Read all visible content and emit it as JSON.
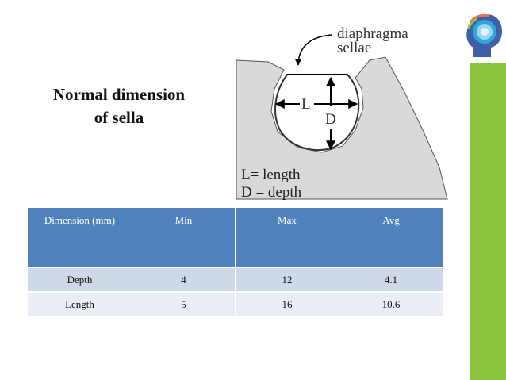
{
  "slide": {
    "title_line1": "Normal dimension",
    "title_line2": "of sella"
  },
  "figure": {
    "label_diaphragma": "diaphragma",
    "label_sellae": "sellae",
    "label_L": "L",
    "label_D": "D",
    "legend_length": "L= length",
    "legend_depth": "D = depth"
  },
  "table": {
    "headers": [
      "Dimension (mm)",
      "Min",
      "Max",
      "Avg"
    ],
    "rows": [
      [
        "Depth",
        "4",
        "12",
        "4.1"
      ],
      [
        "Length",
        "5",
        "16",
        "10.6"
      ]
    ]
  },
  "colors": {
    "header_bg": "#4f81bd",
    "row1_bg": "#cfd8e8",
    "row2_bg": "#e9edf4",
    "accent_bar": "#8cc63f"
  }
}
